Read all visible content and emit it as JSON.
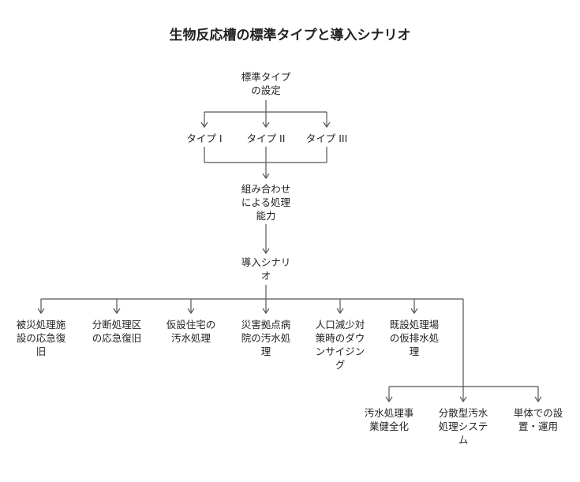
{
  "title": "生物反応槽の標準タイプと導入シナリオ",
  "nodes": {
    "standard_type": "標準タイプ\nの設定",
    "type1": "タイプ I",
    "type2": "タイプ II",
    "type3": "タイプ III",
    "combination": "組み合わせ\nによる処理\n能力",
    "scenario": "導入シナリ\nオ",
    "s1": "被災処理施\n設の応急復\n旧",
    "s2": "分断処理区\nの応急復旧",
    "s3": "仮設住宅の\n汚水処理",
    "s4": "災害拠点病\n院の汚水処\n理",
    "s5": "人口減少対\n策時のダウ\nンサイジン\nグ",
    "s6": "既設処理場\nの仮排水処\n理",
    "s7": "汚水処理事\n業健全化",
    "s8": "分散型汚水\n処理システ\nム",
    "s9": "単体での設\n置・運用"
  }
}
